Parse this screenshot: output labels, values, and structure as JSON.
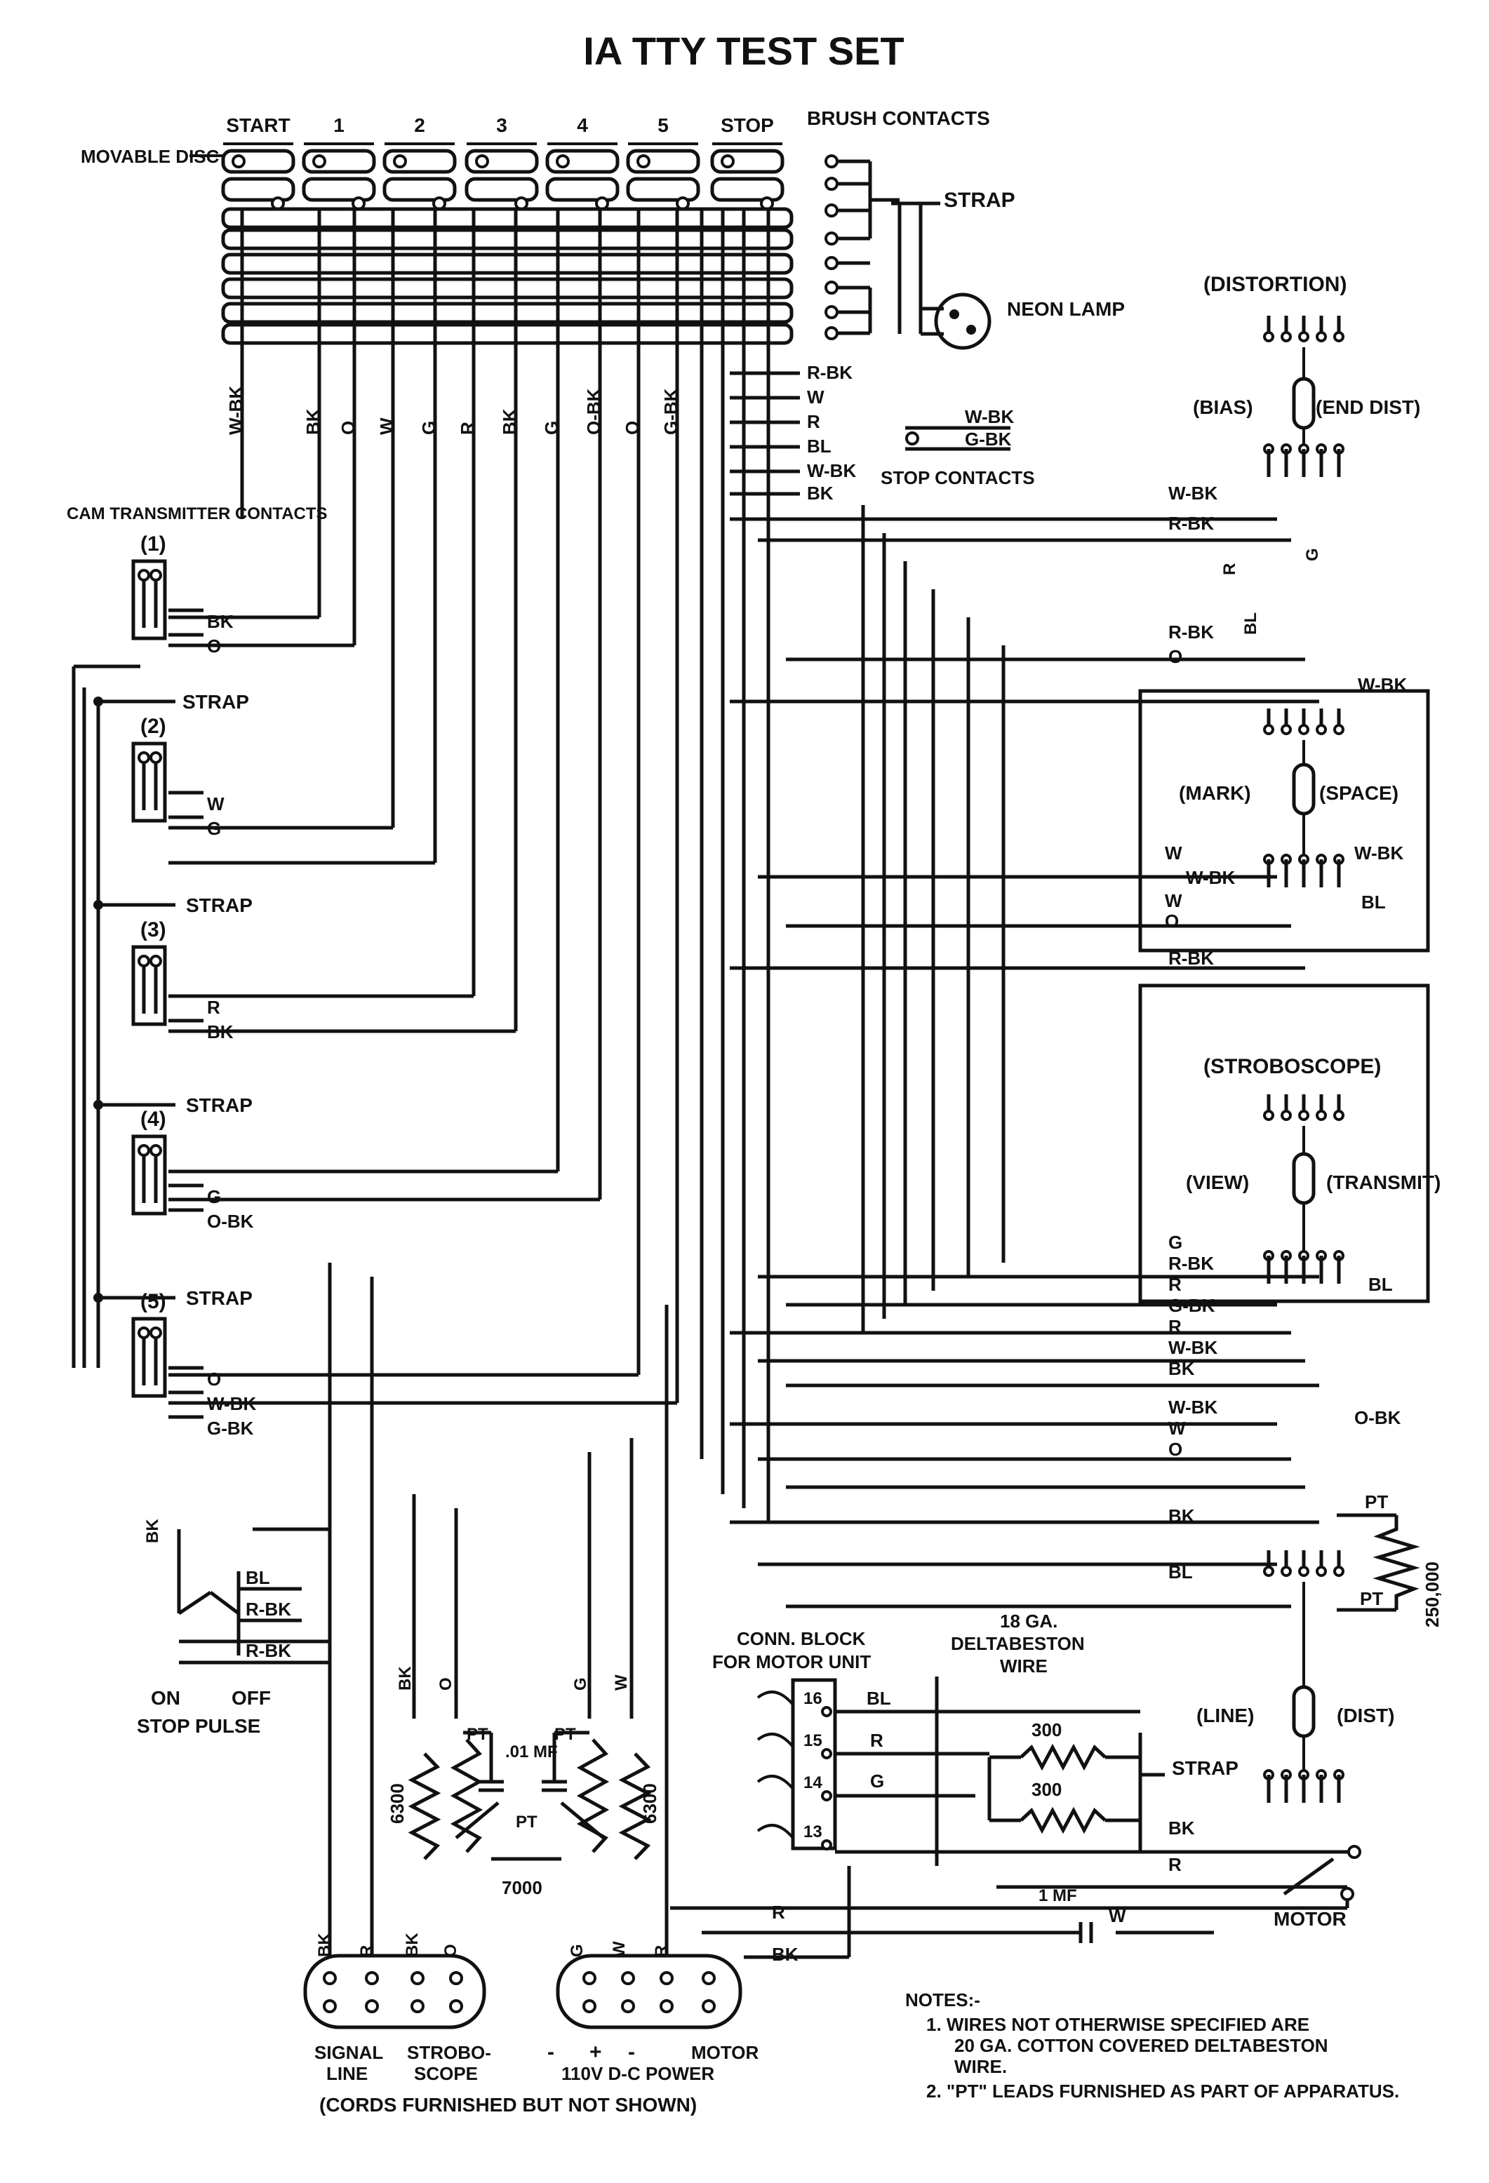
{
  "title": "IA TTY TEST SET",
  "distributor": {
    "movable_disc": "MOVABLE DISC",
    "segments": [
      "START",
      "1",
      "2",
      "3",
      "4",
      "5",
      "STOP"
    ],
    "brush_contacts": "BRUSH CONTACTS",
    "strap": "STRAP",
    "neon_lamp": "NEON LAMP",
    "column_codes": [
      "W-BK",
      "BK",
      "O",
      "W",
      "G",
      "R",
      "BK",
      "G",
      "O-BK",
      "O",
      "G-BK"
    ],
    "right_codes": [
      "R-BK",
      "W",
      "R",
      "BL",
      "W-BK",
      "BK"
    ]
  },
  "stop_contacts": {
    "label": "STOP CONTACTS",
    "codes": [
      "W-BK",
      "G-BK"
    ]
  },
  "cam_transmitter": {
    "title": "CAM TRANSMITTER CONTACTS",
    "contacts": [
      {
        "label": "(1)",
        "codes": [
          "BK",
          "O"
        ]
      },
      {
        "label": "(2)",
        "codes": [
          "W",
          "G"
        ]
      },
      {
        "label": "(3)",
        "codes": [
          "R",
          "BK"
        ]
      },
      {
        "label": "(4)",
        "codes": [
          "G",
          "O-BK"
        ]
      },
      {
        "label": "(5)",
        "codes": [
          "O",
          "W-BK",
          "G-BK"
        ]
      }
    ],
    "strap": "STRAP"
  },
  "stop_pulse": {
    "on": "ON",
    "off": "OFF",
    "label": "STOP PULSE",
    "codes": [
      "BL",
      "R-BK",
      "R-BK",
      "BK"
    ]
  },
  "switches": {
    "distortion": {
      "title": "(DISTORTION)",
      "left": "(BIAS)",
      "right": "(END DIST)"
    },
    "mark_space": {
      "left": "(MARK)",
      "right": "(SPACE)"
    },
    "stroboscope": {
      "title": "(STROBOSCOPE)",
      "left": "(VIEW)",
      "right": "(TRANSMIT)"
    },
    "line_dist": {
      "left": "(LINE)",
      "right": "(DIST)"
    }
  },
  "right_codes": {
    "distortion_in": [
      "W-BK",
      "R-BK"
    ],
    "distortion_vertical": [
      "R",
      "G",
      "BL"
    ],
    "mark_top": [
      "R-BK",
      "O",
      "W-BK"
    ],
    "mark_bottom": [
      "W",
      "W-BK",
      "W",
      "O",
      "R-BK",
      "W-BK",
      "BL"
    ],
    "strobo_codes": [
      "G",
      "R-BK",
      "R",
      "G-BK",
      "R",
      "W-BK",
      "BK",
      "W-BK",
      "W",
      "O",
      "BK",
      "BL"
    ],
    "strobo_bl": "BL",
    "o_bk": "O-BK",
    "pt_upper": "PT",
    "pt_lower": "PT",
    "resistor_250000": "250,000"
  },
  "lower_components": {
    "r6300_left": "6300",
    "r6300_right": "6300",
    "cap_01": ".01 MF",
    "pt_labels": [
      "PT",
      "PT",
      "PT"
    ],
    "r7000": "7000",
    "top_codes_left": [
      "BK",
      "O"
    ],
    "top_codes_right": [
      "G",
      "W"
    ],
    "bottom_codes_left": [
      "BK",
      "R",
      "BK",
      "O"
    ],
    "bottom_codes_right": [
      "G",
      "W",
      "R"
    ],
    "r_code": "R",
    "bk_code": "BK"
  },
  "conn_block": {
    "title": "CONN. BLOCK FOR MOTOR UNIT",
    "terminals": [
      "16",
      "15",
      "14",
      "13"
    ],
    "codes": [
      "BL",
      "R",
      "G"
    ],
    "wire_note": "18 GA. DELTABESTON WIRE",
    "r300_top": "300",
    "r300_bottom": "300",
    "strap": "STRAP",
    "bk": "BK",
    "r": "R"
  },
  "motor": {
    "label": "MOTOR",
    "cap": "1 MF",
    "w": "W"
  },
  "plugs": {
    "left_labels": [
      "SIGNAL LINE",
      "STROBO- SCOPE"
    ],
    "right_labels": [
      "-",
      "+",
      "-",
      "MOTOR"
    ],
    "power_label": "110V D-C POWER",
    "cords_note": "(CORDS FURNISHED BUT NOT SHOWN)"
  },
  "notes": {
    "heading": "NOTES:-",
    "items": [
      "1. WIRES NOT OTHERWISE SPECIFIED ARE 20 GA. COTTON COVERED DELTABESTON WIRE.",
      "2. \"PT\" LEADS FURNISHED AS PART OF APPARATUS."
    ]
  }
}
